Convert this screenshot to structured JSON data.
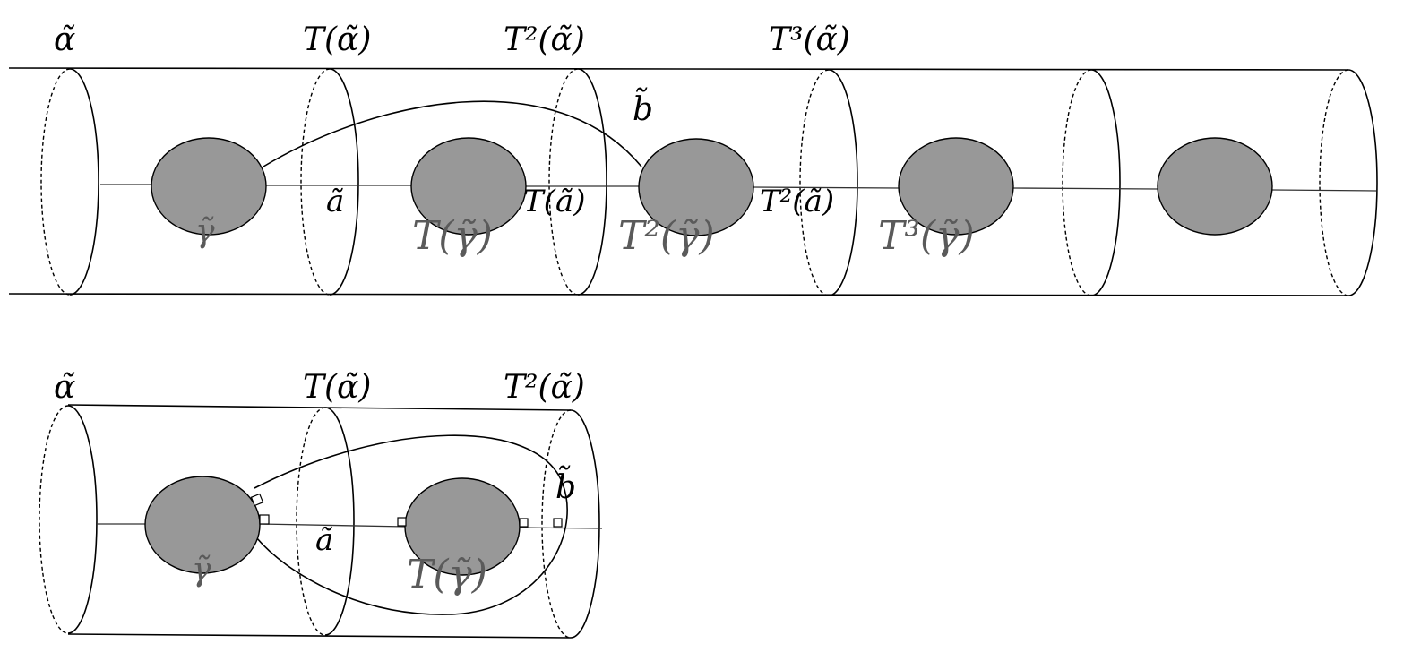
{
  "top": {
    "curve_labels": [
      "α̃",
      "T(α̃)",
      "T²(α̃)",
      "T³(α̃)"
    ],
    "b_label": "b̃",
    "a_labels": [
      "ã",
      "T(ã)",
      "T²(ã)"
    ],
    "gamma_labels": [
      "γ̃",
      "T(γ̃)",
      "T²(γ̃)",
      "T³(γ̃)"
    ]
  },
  "bottom": {
    "curve_labels": [
      "α̃",
      "T(α̃)",
      "T²(α̃)"
    ],
    "b_label": "b̃",
    "a_label": "ã",
    "gamma_labels": [
      "γ̃",
      "T(γ̃)"
    ]
  },
  "colors": {
    "disk": "#989898",
    "line": "#000000",
    "gray_label": "#5a5a5a"
  }
}
